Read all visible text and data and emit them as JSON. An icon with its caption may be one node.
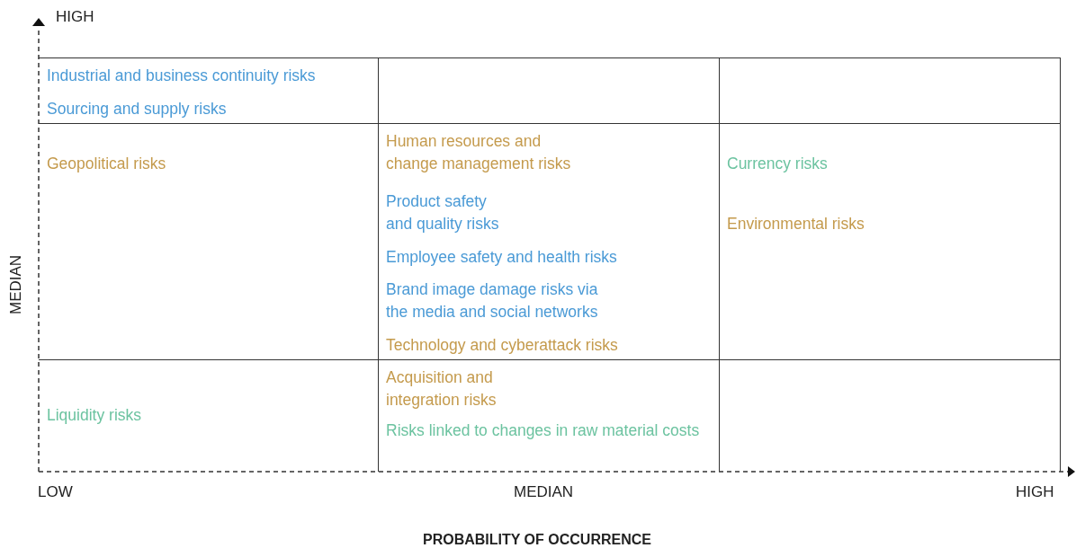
{
  "diagram": {
    "nodes": [
      {
        "text": [
          "Industrial and business continuity risks",
          "Sourcing and supply risks"
        ]
      },
      {
        "text": [],
        "shape": "box"
      },
      {
        "text": [],
        "shape": "box"
      },
      {
        "text": [
          "Geopolitical risks"
        ]
      },
      {
        "text": [
          "Human resources and change management risks",
          "Product safety and quality risks",
          "Employee safety and health risks",
          "Brand image damage risks via the media and social networks",
          "Technology and cyberattack risks"
        ]
      },
      {
        "text": [
          "Currency risks",
          "Environmental risks"
        ]
      },
      {
        "text": [
          "Liquidity risks"
        ]
      },
      {
        "text": [
          "Acquisition and integration risks",
          "Risks linked to changes in raw material costs"
        ]
      },
      {
        "text": [],
        "shape": "box"
      }
    ],
    "edges": [],
    "labels": [
      "HIGH",
      "MEDIAN",
      "LOW",
      "MEDIAN",
      "HIGH",
      "PROBABILITY OF OCCURRENCE"
    ]
  }
}
